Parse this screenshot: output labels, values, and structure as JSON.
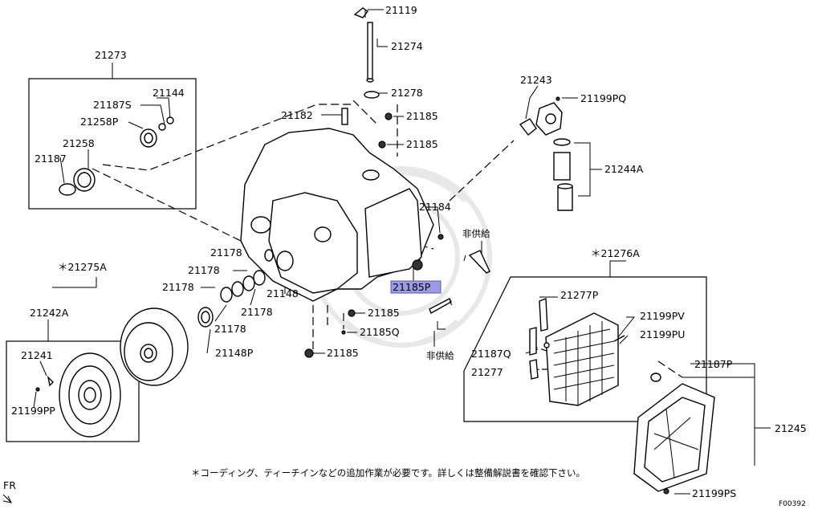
{
  "parts": {
    "p21119": "21119",
    "p21274": "21274",
    "p21278": "21278",
    "p21182": "21182",
    "p21185a": "21185",
    "p21185b": "21185",
    "p21273": "21273",
    "p21144": "21144",
    "p21187S": "21187S",
    "p21258P": "21258P",
    "p21258": "21258",
    "p21187": "21187",
    "p21243": "21243",
    "p21199PQ": "21199PQ",
    "p21244A": "21244A",
    "p21184": "21184",
    "p21178a": "21178",
    "p21178b": "21178",
    "p21178c": "21178",
    "p21178d": "21178",
    "p21178e": "21178",
    "p21148": "21148",
    "p21148P": "21148P",
    "p21185c": "21185",
    "p21185Q": "21185Q",
    "p21185d": "21185",
    "p21185P": "21185P",
    "p21275A": "＊21275A",
    "p21242A": "21242A",
    "p21241": "21241",
    "p21199PP": "21199PP",
    "p21276A": "＊21276A",
    "p21277P": "21277P",
    "p21199PV": "21199PV",
    "p21199PU": "21199PU",
    "p21187Q": "21187Q",
    "p21277": "21277",
    "p21187P": "21187P",
    "p21245": "21245",
    "p21199PS": "21199PS"
  },
  "not_supplied_1": "非供給",
  "not_supplied_2": "非供給",
  "footnote": "＊コーディング、ティーチインなどの追加作業が必要です。詳しくは整備解説書を確認下さい。",
  "direction": "FR",
  "figure_id": "F00392",
  "highlight_color": "#9c9ce6"
}
